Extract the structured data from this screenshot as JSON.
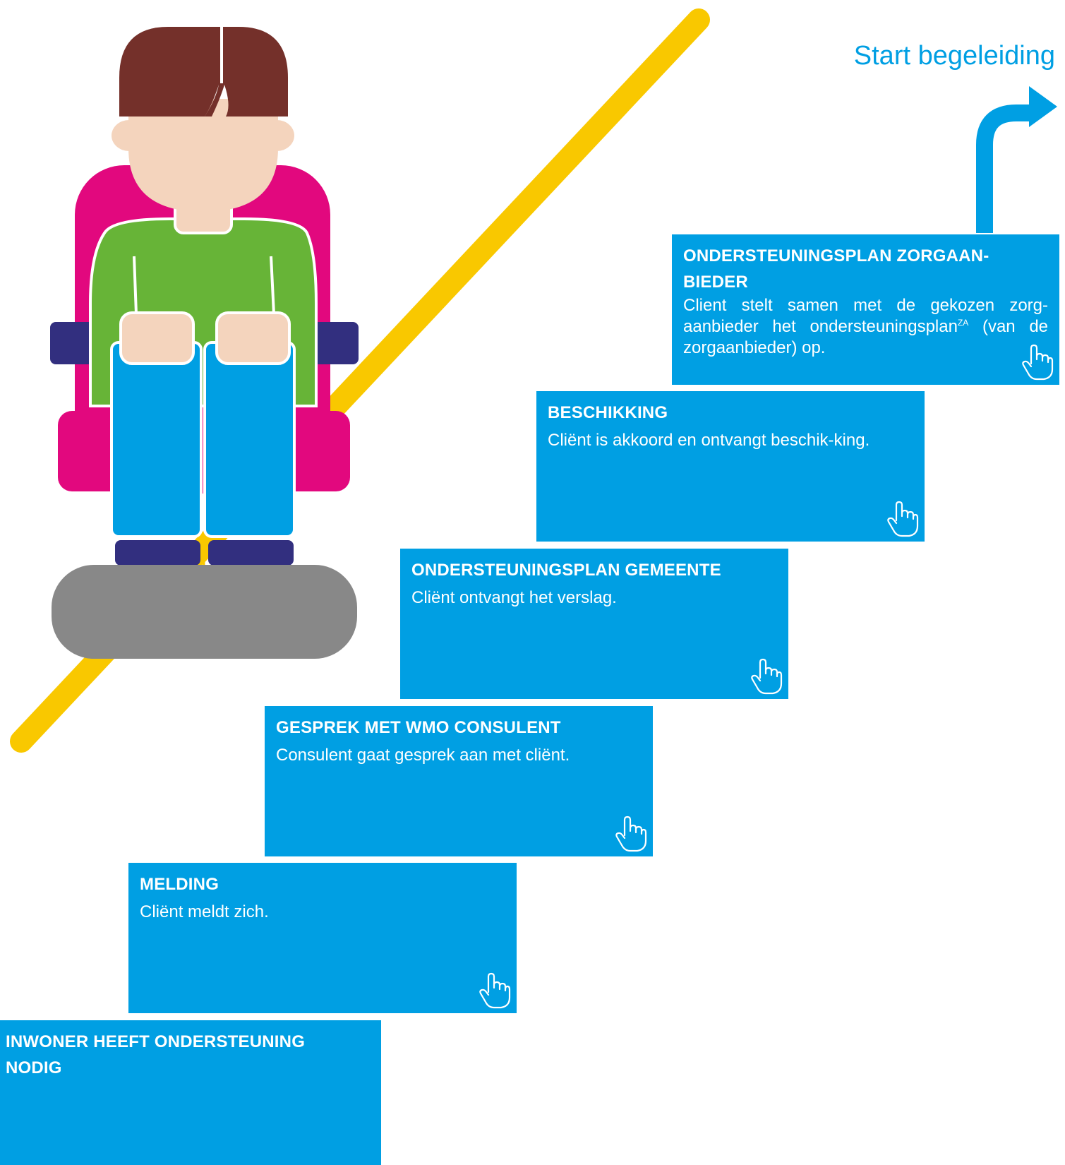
{
  "start": {
    "label": "Start begeleiding"
  },
  "colors": {
    "step_bg": "#009fe3",
    "arrow": "#009fe3",
    "rail": "#f9c800",
    "hair": "#74302a",
    "skin": "#f4d4bd",
    "shirt": "#67b437",
    "chair": "#e2087e",
    "armrest": "#322f7f",
    "pants": "#009fe3",
    "base": "#888888"
  },
  "steps": [
    {
      "title": "INWONER HEEFT ONDERSTEUNING NODIG",
      "description": "",
      "has_hand_icon": false
    },
    {
      "title": "MELDING",
      "description": "Cliënt meldt zich.",
      "has_hand_icon": true
    },
    {
      "title": "GESPREK MET WMO CONSULENT",
      "description": "Consulent gaat gesprek aan met cliënt.",
      "has_hand_icon": true
    },
    {
      "title": "ONDERSTEUNINGSPLAN GEMEENTE",
      "description": "Cliënt ontvangt het verslag.",
      "has_hand_icon": true
    },
    {
      "title": "BESCHIKKING",
      "description": "Cliënt is akkoord en ontvangt beschik-king.",
      "has_hand_icon": true
    },
    {
      "title": "ONDERSTEUNINGSPLAN ZORGAAN-BIEDER",
      "description_before": "Client stelt samen met de gekozen zorg-aanbieder het ondersteuningsplan",
      "description_sup": "ZA",
      "description_after": " (van de zorgaanbieder) op.",
      "has_hand_icon": true
    }
  ]
}
